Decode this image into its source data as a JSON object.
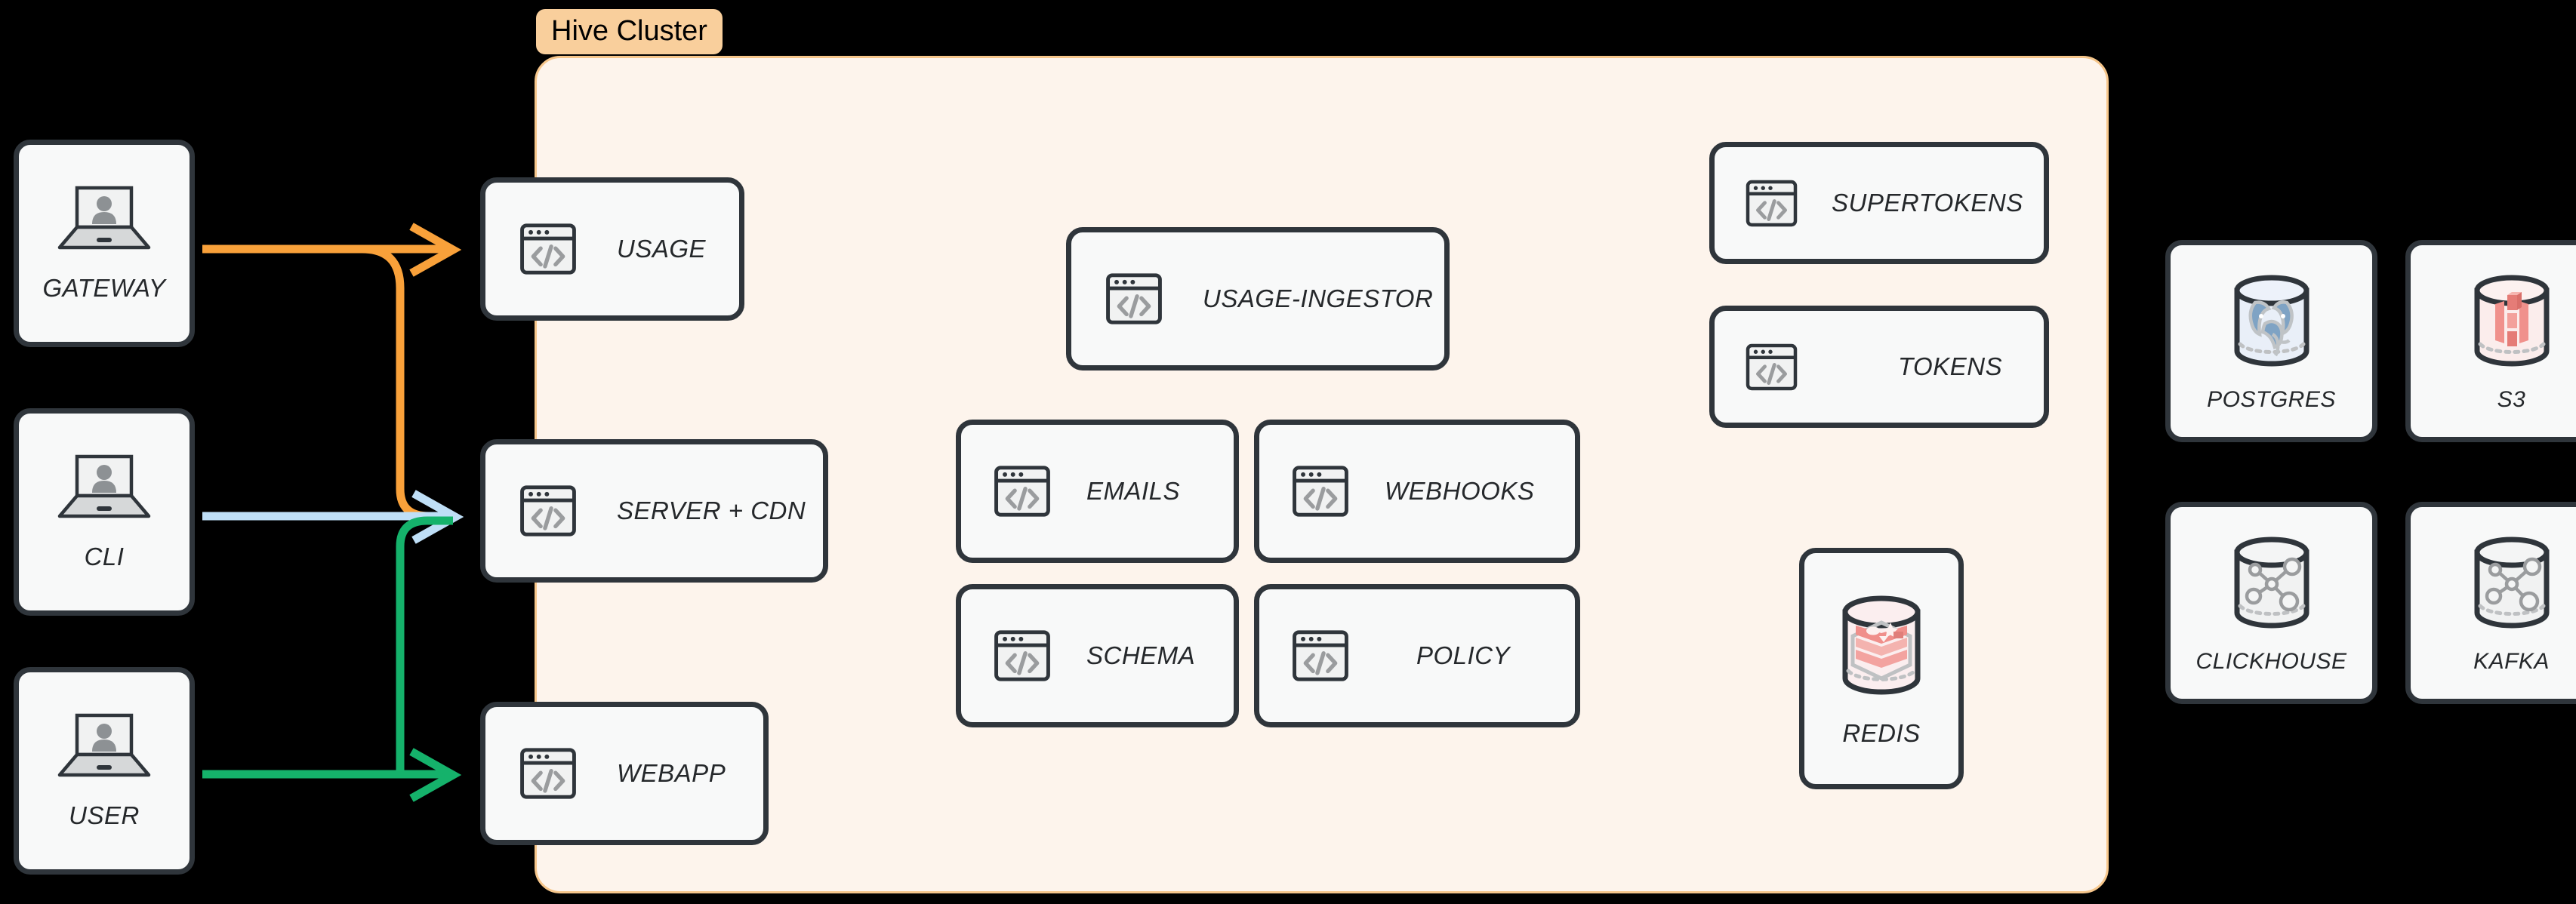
{
  "cluster": {
    "badge_label": "Hive Cluster",
    "badge_bg": "#F9CF9C",
    "panel_bg": "#FDF4EC",
    "panel_border": "#F6C68B"
  },
  "clients": [
    {
      "id": "gateway",
      "label": "GATEWAY",
      "icon": "laptop-user-icon"
    },
    {
      "id": "cli",
      "label": "CLI",
      "icon": "laptop-user-icon"
    },
    {
      "id": "user",
      "label": "USER",
      "icon": "laptop-user-icon"
    }
  ],
  "edge_services": [
    {
      "id": "usage",
      "label": "USAGE",
      "icon": "code-window-icon"
    },
    {
      "id": "server-cdn",
      "label": "SERVER + CDN",
      "icon": "code-window-icon"
    },
    {
      "id": "webapp",
      "label": "WEBAPP",
      "icon": "code-window-icon"
    }
  ],
  "cluster_services": [
    {
      "id": "usage-ingestor",
      "label": "USAGE-INGESTOR",
      "icon": "code-window-icon"
    },
    {
      "id": "emails",
      "label": "EMAILS",
      "icon": "code-window-icon"
    },
    {
      "id": "webhooks",
      "label": "WEBHOOKS",
      "icon": "code-window-icon"
    },
    {
      "id": "schema",
      "label": "SCHEMA",
      "icon": "code-window-icon"
    },
    {
      "id": "policy",
      "label": "POLICY",
      "icon": "code-window-icon"
    },
    {
      "id": "supertokens",
      "label": "SUPERTOKENS",
      "icon": "code-window-icon"
    },
    {
      "id": "tokens",
      "label": "TOKENS",
      "icon": "code-window-icon"
    }
  ],
  "cluster_datastores": [
    {
      "id": "redis",
      "label": "REDIS",
      "icon": "redis-cylinder-icon"
    }
  ],
  "external_datastores": [
    {
      "id": "postgres",
      "label": "POSTGRES",
      "icon": "postgres-cylinder-icon"
    },
    {
      "id": "s3",
      "label": "S3",
      "icon": "s3-cylinder-icon"
    },
    {
      "id": "clickhouse",
      "label": "CLICKHOUSE",
      "icon": "clickhouse-cylinder-icon"
    },
    {
      "id": "kafka",
      "label": "KAFKA",
      "icon": "kafka-cylinder-icon"
    }
  ],
  "connections": [
    {
      "from": "gateway",
      "to": "usage",
      "color": "#F9A13A"
    },
    {
      "from": "gateway",
      "to": "server-cdn",
      "color": "#F9A13A"
    },
    {
      "from": "cli",
      "to": "server-cdn",
      "color": "#BFDFF7"
    },
    {
      "from": "user",
      "to": "server-cdn",
      "color": "#15B26B"
    },
    {
      "from": "user",
      "to": "webapp",
      "color": "#15B26B"
    }
  ],
  "colors": {
    "background": "#000000",
    "card_fill": "#F8F9F9",
    "card_stroke": "#2F353B",
    "label_text": "#25282B",
    "orange_edge": "#F9A13A",
    "blue_edge": "#BFDFF7",
    "green_edge": "#15B26B"
  }
}
